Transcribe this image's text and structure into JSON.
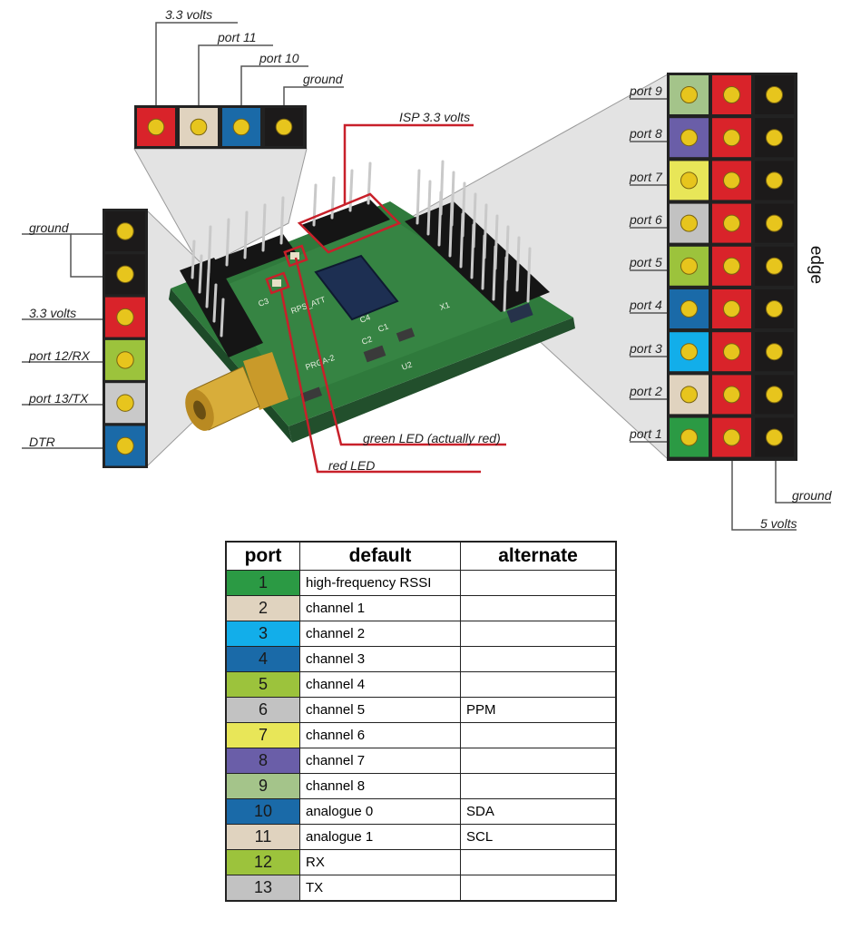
{
  "top_header": {
    "labels": [
      "3.3 volts",
      "port 11",
      "port 10",
      "ground"
    ],
    "pin_colors": [
      "#d9232a",
      "#e0d3bf",
      "#1a6aa8",
      "#1c1a1a"
    ]
  },
  "left_header": {
    "labels": [
      "ground",
      "3.3 volts",
      "port 12/RX",
      "port 13/TX",
      "DTR"
    ],
    "pin_colors": [
      "#1c1a1a",
      "#1c1a1a",
      "#d9232a",
      "#9cc33c",
      "#c9c9c9",
      "#1a6aa8"
    ]
  },
  "right_header": {
    "edge_label": "edge",
    "port_labels": [
      "port 9",
      "port 8",
      "port 7",
      "port 6",
      "port 5",
      "port 4",
      "port 3",
      "port 2",
      "port 1"
    ],
    "port_colors": [
      "#a4c48a",
      "#6a5ea8",
      "#e8e658",
      "#c2c2c2",
      "#9cc33c",
      "#1a6aa8",
      "#12aeea",
      "#e0d3bf",
      "#2b9a44"
    ],
    "power_color": "#d9232a",
    "ground_color": "#1c1a1a",
    "bottom_labels": [
      "5 volts",
      "ground"
    ]
  },
  "annotations": {
    "isp": "ISP 3.3 volts",
    "green_led": "green LED (actually red)",
    "red_led": "red LED"
  },
  "board_silkscreen": [
    "RPS_ATT",
    "C3",
    "C4",
    "C2",
    "C1",
    "PRGA-2",
    "U2",
    "X1"
  ],
  "colors": {
    "pin_dot": "#e7c51d",
    "callout_red": "#c8202a",
    "board_green": "#2f7a3c"
  },
  "table": {
    "headers": [
      "port",
      "default",
      "alternate"
    ],
    "rows": [
      {
        "port": "1",
        "color": "#2b9a44",
        "default": "high-frequency RSSI",
        "alternate": ""
      },
      {
        "port": "2",
        "color": "#e0d3bf",
        "default": "channel 1",
        "alternate": ""
      },
      {
        "port": "3",
        "color": "#12aeea",
        "default": "channel 2",
        "alternate": ""
      },
      {
        "port": "4",
        "color": "#1a6aa8",
        "default": "channel 3",
        "alternate": ""
      },
      {
        "port": "5",
        "color": "#9cc33c",
        "default": "channel 4",
        "alternate": ""
      },
      {
        "port": "6",
        "color": "#c2c2c2",
        "default": "channel 5",
        "alternate": "PPM"
      },
      {
        "port": "7",
        "color": "#e8e658",
        "default": "channel 6",
        "alternate": ""
      },
      {
        "port": "8",
        "color": "#6a5ea8",
        "default": "channel 7",
        "alternate": ""
      },
      {
        "port": "9",
        "color": "#a4c48a",
        "default": "channel 8",
        "alternate": ""
      },
      {
        "port": "10",
        "color": "#1a6aa8",
        "default": "analogue 0",
        "alternate": "SDA"
      },
      {
        "port": "11",
        "color": "#e0d3bf",
        "default": "analogue 1",
        "alternate": "SCL"
      },
      {
        "port": "12",
        "color": "#9cc33c",
        "default": "RX",
        "alternate": ""
      },
      {
        "port": "13",
        "color": "#c2c2c2",
        "default": "TX",
        "alternate": ""
      }
    ]
  }
}
